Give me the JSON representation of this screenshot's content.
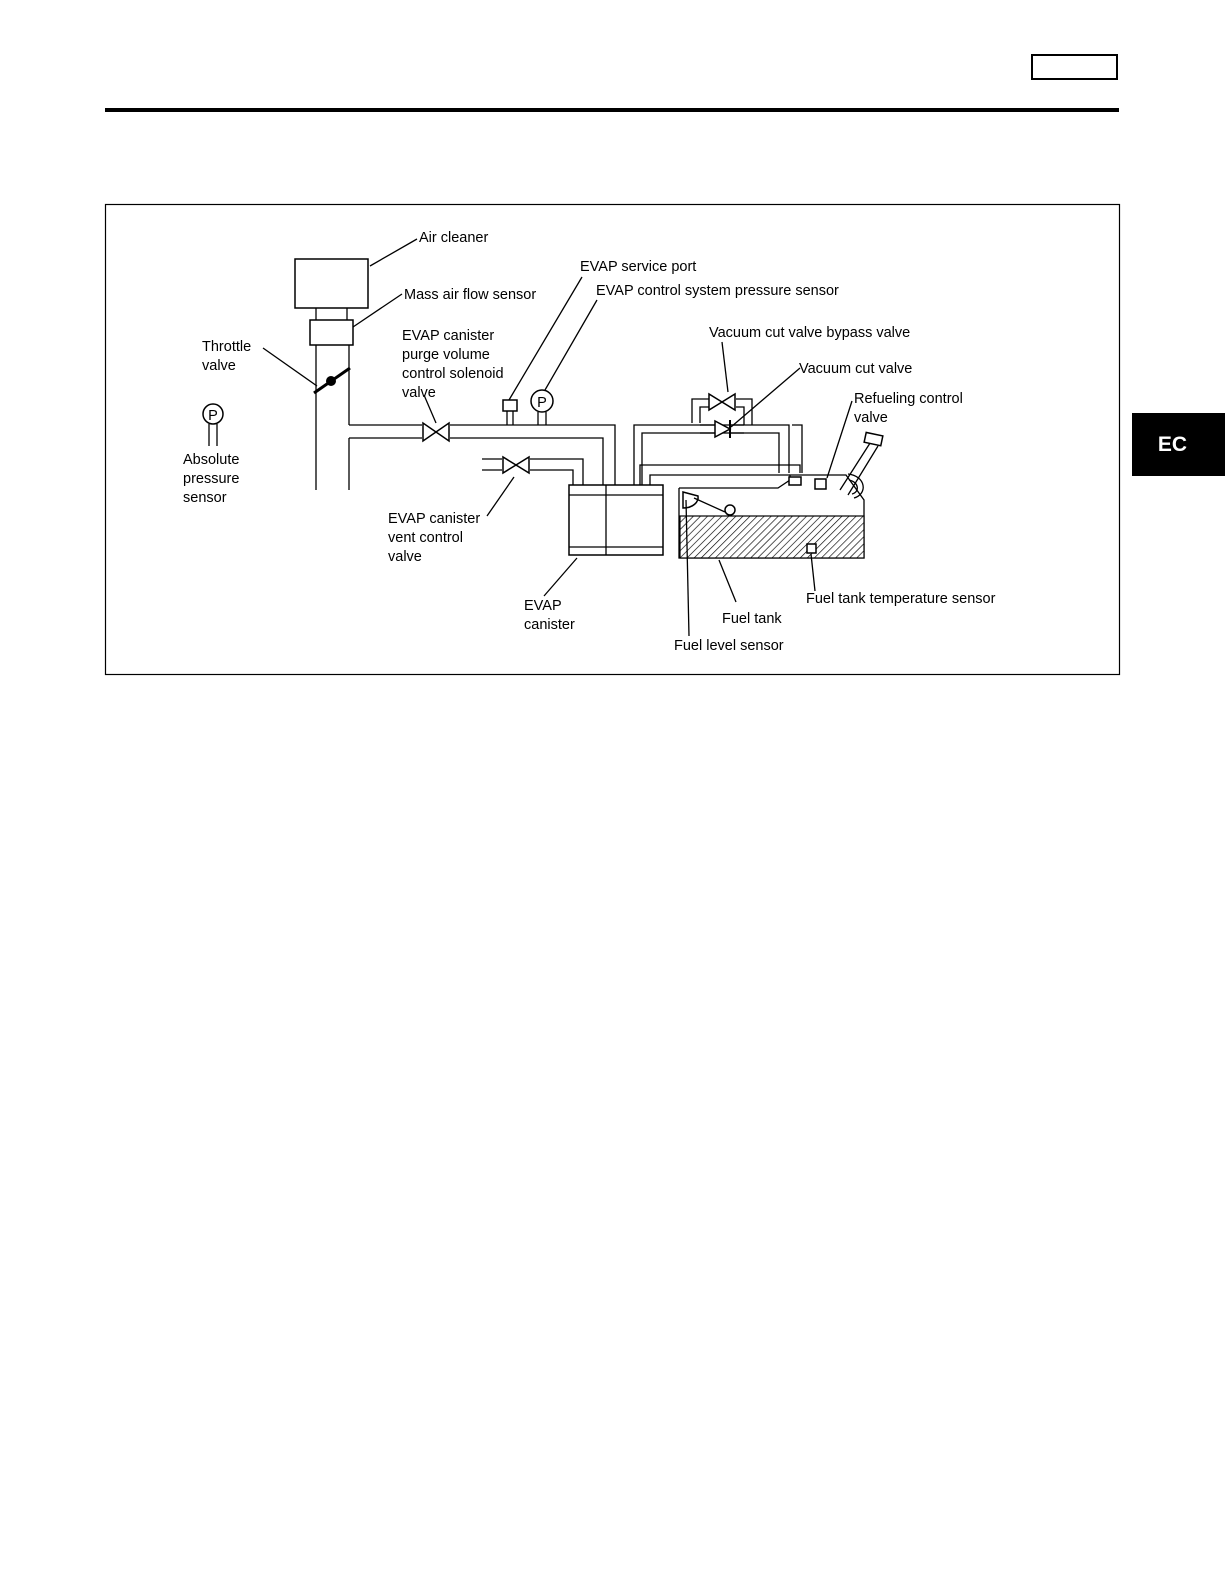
{
  "page": {
    "section_tab": "EC"
  },
  "diagram": {
    "labels": {
      "air_cleaner": "Air cleaner",
      "mass_air_flow_sensor": "Mass air flow sensor",
      "throttle_valve": [
        "Throttle",
        "valve"
      ],
      "absolute_pressure_sensor": [
        "Absolute",
        "pressure",
        "sensor"
      ],
      "purge_valve": [
        "EVAP canister",
        "purge volume",
        "control solenoid",
        "valve"
      ],
      "evap_service_port": "EVAP service port",
      "evap_pressure_sensor": "EVAP control system pressure sensor",
      "vacuum_cut_valve_bypass_valve": "Vacuum cut valve bypass valve",
      "vacuum_cut_valve": "Vacuum cut valve",
      "refueling_control_valve": [
        "Refueling control",
        "valve"
      ],
      "vent_control_valve": [
        "EVAP canister",
        "vent control",
        "valve"
      ],
      "evap_canister": [
        "EVAP",
        "canister"
      ],
      "fuel_tank": "Fuel tank",
      "fuel_tank_temperature_sensor": "Fuel tank temperature sensor",
      "fuel_level_sensor": "Fuel level sensor"
    },
    "symbols": {
      "pressure_sensor_letter": "P"
    }
  }
}
